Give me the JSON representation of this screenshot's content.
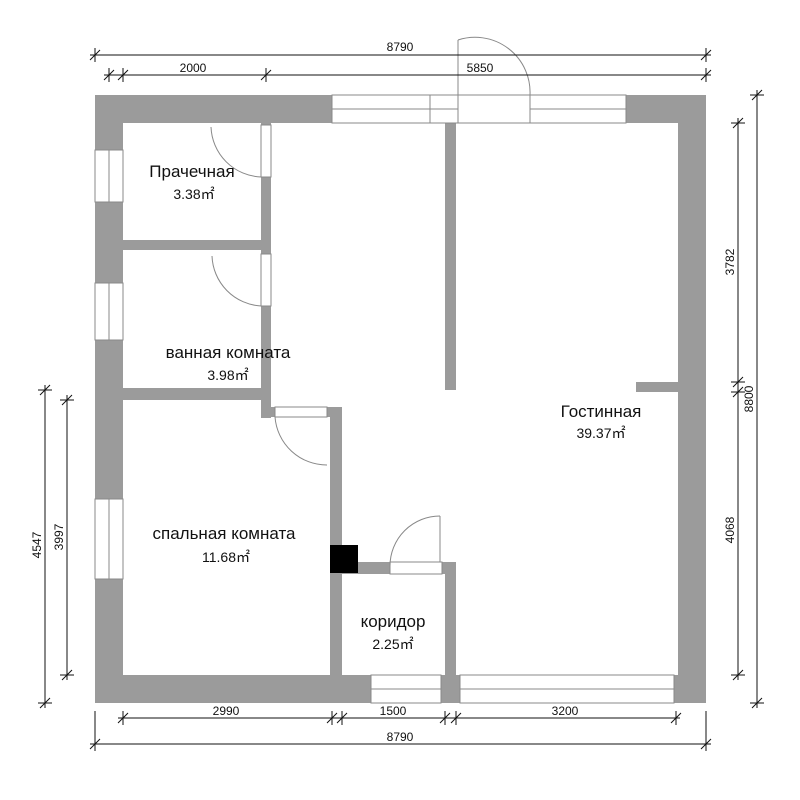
{
  "rooms": {
    "laundry": {
      "name": "Прачечная",
      "area": "3.38㎡"
    },
    "bathroom": {
      "name": "ванная комната",
      "area": "3.98㎡"
    },
    "bedroom": {
      "name": "спальная комната",
      "area": "11.68㎡"
    },
    "corridor": {
      "name": "коридор",
      "area": "2.25㎡"
    },
    "living": {
      "name": "Гостинная",
      "area": "39.37㎡"
    }
  },
  "dimensions": {
    "top_total": "8790",
    "top_left": "2000",
    "top_right": "5850",
    "bottom_total": "8790",
    "bottom_1": "2990",
    "bottom_2": "1500",
    "bottom_3": "3200",
    "right_total": "8800",
    "right_upper": "3782",
    "right_lower": "4068",
    "left_outer": "4547",
    "left_inner": "3997"
  }
}
